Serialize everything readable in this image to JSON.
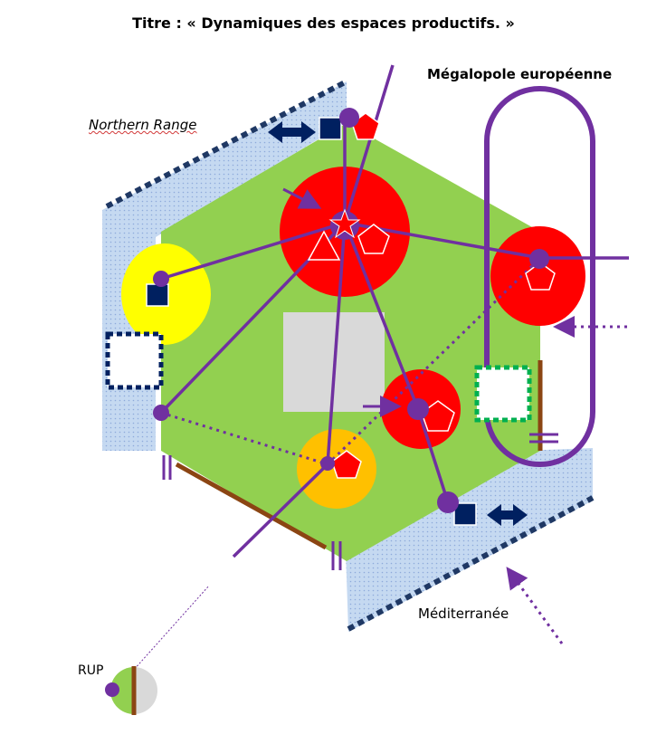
{
  "title": "Titre : « Dynamiques des espaces productifs. »",
  "labels": {
    "megalopole": "Mégalopole européenne",
    "northern_range": "Northern Range",
    "mediterranee": "Méditerranée",
    "rup": "RUP"
  },
  "colors": {
    "territory": "#92d050",
    "sea": "#c5d9f1",
    "sea_dots": "#8eaadb",
    "coast_dash": "#1f3864",
    "major_center": "#ff0000",
    "secondary_center": "#ffc000",
    "declining_region": "#ffff00",
    "gray_zone": "#d9d9d9",
    "axis": "#7030a0",
    "port_square": "#002060",
    "border": "#8b4513",
    "dynamic_square": "#00b050"
  }
}
